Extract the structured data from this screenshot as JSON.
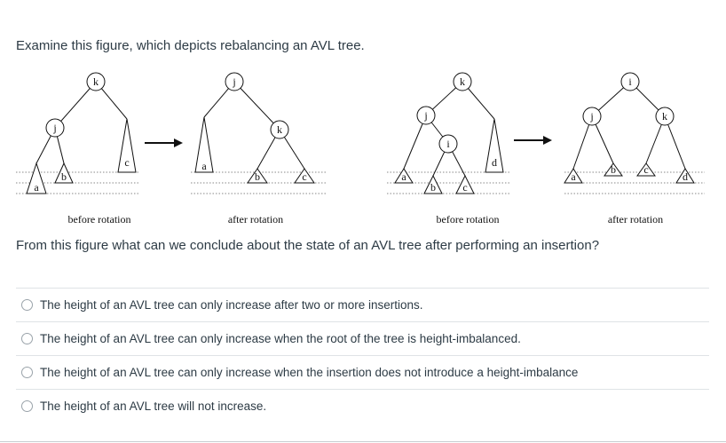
{
  "question": {
    "intro": "Examine this figure, which depicts rebalancing an AVL tree.",
    "prompt": "From this figure what can we conclude about the state of an AVL tree after performing an insertion?"
  },
  "figure": {
    "left_pair": {
      "before": {
        "root": "k",
        "child": "j",
        "subtrees": [
          "a",
          "b",
          "c"
        ]
      },
      "after": {
        "root": "j",
        "child": "k",
        "subtrees": [
          "a",
          "b",
          "c"
        ]
      }
    },
    "right_pair": {
      "before": {
        "root": "k",
        "child": "j",
        "grandchild": "i",
        "subtrees": [
          "a",
          "b",
          "c",
          "d"
        ]
      },
      "after": {
        "root": "i",
        "left": "j",
        "right": "k",
        "subtrees": [
          "a",
          "b",
          "c",
          "d"
        ]
      }
    },
    "captions": [
      "before rotation",
      "after rotation",
      "before rotation",
      "after rotation"
    ]
  },
  "answers": [
    {
      "label": "The height of an AVL tree can only increase after two or more insertions."
    },
    {
      "label": "The height of an AVL tree can only increase when the root of the tree is height-imbalanced."
    },
    {
      "label": "The height of an AVL tree can only increase when the insertion does not introduce a height-imbalance"
    },
    {
      "label": "The height of an AVL tree will not increase."
    }
  ]
}
